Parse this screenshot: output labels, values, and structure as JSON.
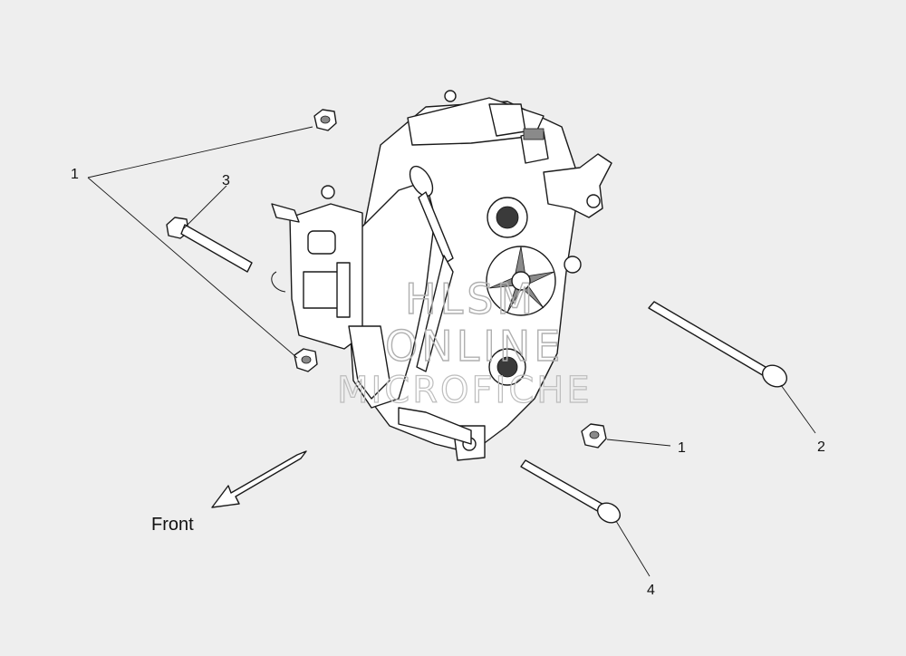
{
  "callouts": {
    "c1_top": "1",
    "c3": "3",
    "c1_bottom": "1",
    "c2": "2",
    "c4": "4"
  },
  "front_label": "Front",
  "watermark": {
    "line1": "HLSM",
    "line2": "ONLINE",
    "line3": "MICROFICHE"
  }
}
